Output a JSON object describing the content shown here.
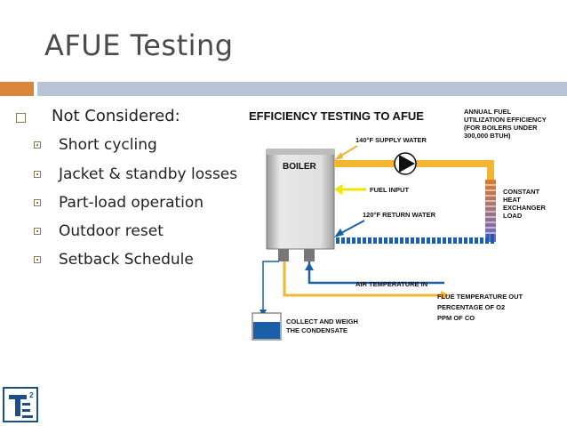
{
  "slide": {
    "title": "AFUE Testing",
    "bullet": "Not Considered:",
    "subs": [
      "Short cycling",
      "Jacket & standby losses",
      "Part-load operation",
      "Outdoor reset",
      "Setback Schedule"
    ]
  },
  "diagram": {
    "heading": "EFFICIENCY TESTING TO AFUE",
    "annual": [
      "ANNUAL FUEL",
      "UTILIZATION EFFICIENCY",
      "(FOR BOILERS UNDER",
      "300,000 BTUH)"
    ],
    "boiler": "BOILER",
    "supply": "140°F SUPPLY WATER",
    "fuel": "FUEL INPUT",
    "return": "120°F RETURN WATER",
    "load": [
      "CONSTANT",
      "HEAT",
      "EXCHANGER",
      "LOAD"
    ],
    "air": "AIR TEMPERATURE IN",
    "flue": [
      "FLUE TEMPERATURE OUT",
      "PERCENTAGE OF O2",
      "PPM OF CO"
    ],
    "collect": [
      "COLLECT AND WEIGH",
      "THE CONDENSATE"
    ]
  },
  "colors": {
    "accent_orange": "#d9853b",
    "bar_blue": "#b8c4d6",
    "pipe_yellow": "#f2b630",
    "water_blue": "#1b5fa8"
  },
  "logo": {
    "letter": "T",
    "superscript": "2"
  }
}
